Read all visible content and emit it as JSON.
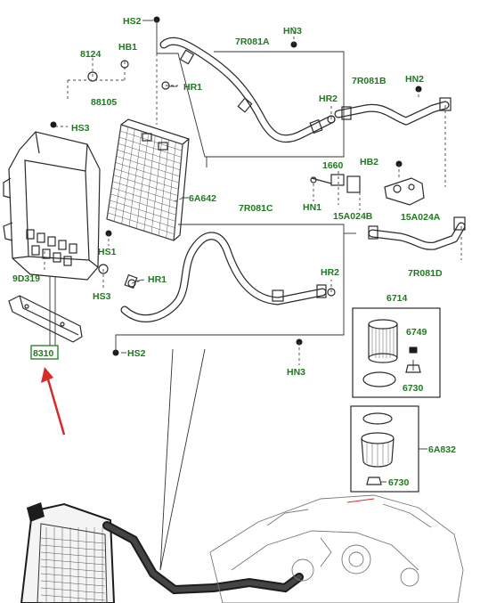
{
  "labels": {
    "hs2_top": "HS2",
    "r7081a": "7R081A",
    "hn3_top": "HN3",
    "p8124": "8124",
    "hb1": "HB1",
    "hr1_top": "HR1",
    "p88105": "88105",
    "hs3_top": "HS3",
    "p7r081b": "7R081B",
    "hn2": "HN2",
    "hr2_top": "HR2",
    "p1660": "1660",
    "hb2": "HB2",
    "hn1": "HN1",
    "p15a024b": "15A024B",
    "p15a024a": "15A024A",
    "p6a642": "6A642",
    "p7r081c": "7R081C",
    "hs1": "HS1",
    "p9d319": "9D319",
    "hr1_mid": "HR1",
    "hs3_mid": "HS3",
    "p7r081d": "7R081D",
    "hr2_mid": "HR2",
    "p6714": "6714",
    "p6749": "6749",
    "p8310": "8310",
    "hs2_bot": "HS2",
    "hn3_bot": "HN3",
    "p6730_a": "6730",
    "p6a832": "6A832",
    "p6730_b": "6730"
  },
  "colors": {
    "label": "#1f7a1f",
    "line": "#2b2b2b",
    "arrow": "#d62b2b",
    "highlight_box": "#1f7a1f"
  },
  "highlighted_part": "8310",
  "icons": [
    "arrow-pointer-icon",
    "bolt-icon",
    "clip-icon"
  ]
}
